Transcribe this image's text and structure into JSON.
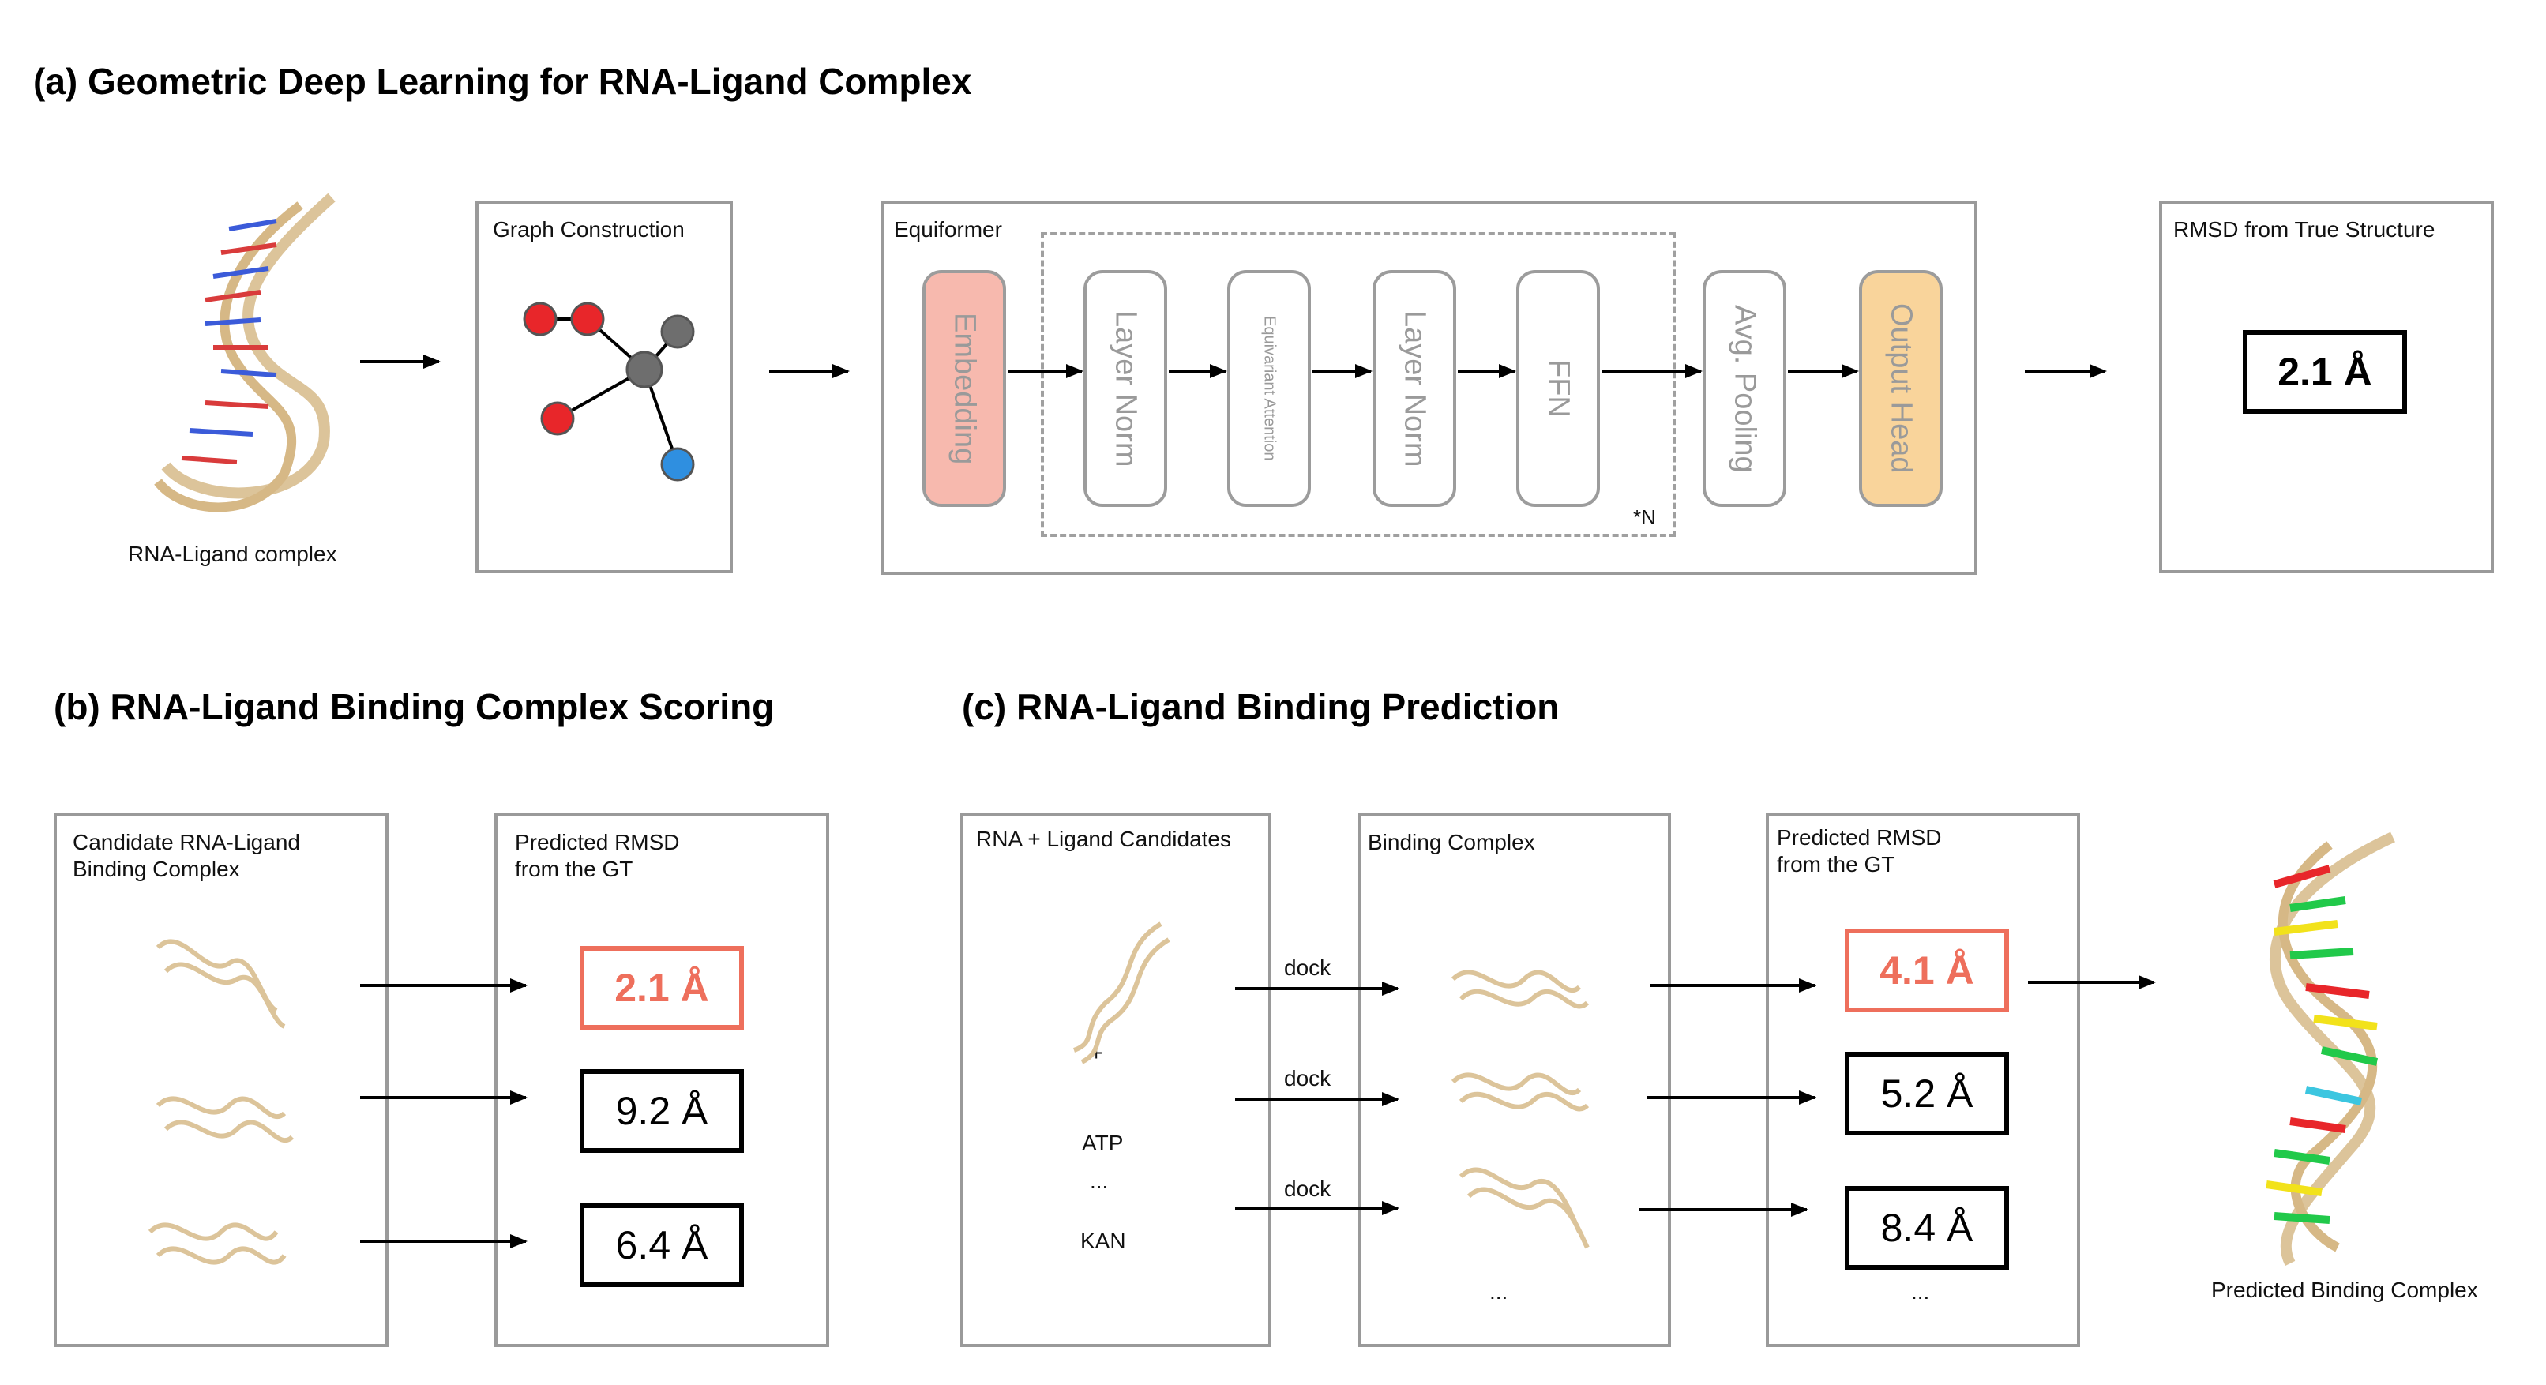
{
  "titles": {
    "a": "(a) Geometric Deep Learning for RNA-Ligand Complex",
    "b": "(b) RNA-Ligand Binding Complex Scoring",
    "c": "(c) RNA-Ligand Binding Prediction"
  },
  "panel_a": {
    "complex_caption": "RNA-Ligand complex",
    "graph_label": "Graph Construction",
    "equiformer_label": "Equiformer",
    "blocks": [
      "Embedding",
      "Layer Norm",
      "Equivariant Attention",
      "Layer Norm",
      "FFN",
      "Avg. Pooling",
      "Output Head"
    ],
    "repeat_label": "*N",
    "rmsd_label": "RMSD from True Structure",
    "rmsd_value": "2.1 Å"
  },
  "panel_b": {
    "candidate_label": "Candidate RNA-Ligand Binding Complex",
    "predicted_label": "Predicted RMSD from the GT",
    "values": [
      "2.1 Å",
      "9.2 Å",
      "6.4 Å"
    ]
  },
  "panel_c": {
    "candidates_label": "RNA + Ligand Candidates",
    "plus": "+",
    "ligand_1": "ATP",
    "ellipsis": "...",
    "ligand_2": "KAN",
    "dock_label": "dock",
    "binding_label": "Binding Complex",
    "binding_ellipsis": "...",
    "predicted_label": "Predicted RMSD from the GT",
    "values": [
      "4.1 Å",
      "5.2 Å",
      "8.4 Å"
    ],
    "values_ellipsis": "...",
    "final_caption": "Predicted Binding Complex"
  },
  "colors": {
    "highlight": "#ee6f5c",
    "embedding": "#f7b9ae",
    "output_head": "#f9d49b",
    "node_red": "#e8262a",
    "node_gray": "#6e6e6e",
    "node_blue": "#2f8fe0",
    "rna_tan": "#dcc49a"
  }
}
